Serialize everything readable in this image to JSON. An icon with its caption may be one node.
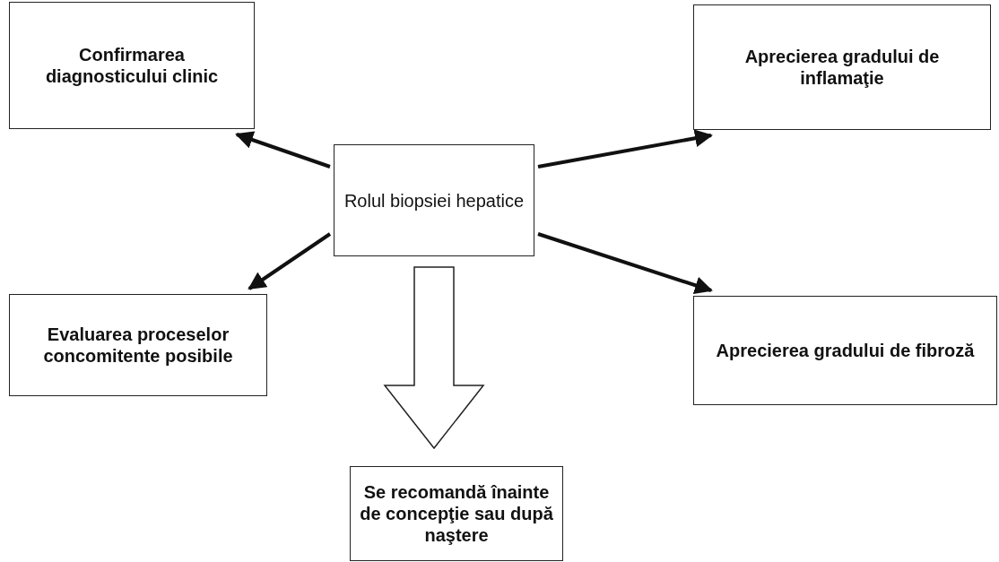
{
  "diagram": {
    "nodes": [
      {
        "text": [
          "Rolul biopsiei hepatice"
        ]
      },
      {
        "text": [
          "Confirmarea diagnosticului clinic"
        ]
      },
      {
        "text": [
          "Aprecierea gradului de inflamaţie"
        ]
      },
      {
        "text": [
          "Evaluarea proceselor concomitente posibile"
        ]
      },
      {
        "text": [
          "Aprecierea gradului de fibroză"
        ]
      },
      {
        "text": [
          "Se recomandă înainte de concepţie sau după naştere"
        ]
      }
    ],
    "edges": [
      {
        "from": 0,
        "to": 1,
        "arrow": "to"
      },
      {
        "from": 0,
        "to": 2,
        "arrow": "to"
      },
      {
        "from": 0,
        "to": 3,
        "arrow": "to"
      },
      {
        "from": 0,
        "to": 4,
        "arrow": "to"
      },
      {
        "from": 0,
        "to": 5,
        "arrow": "to",
        "style": "thick"
      }
    ]
  }
}
